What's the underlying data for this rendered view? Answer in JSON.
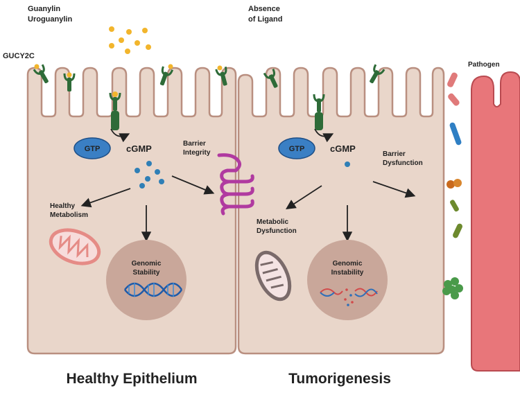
{
  "labels": {
    "guanylin": "Guanylin",
    "uroguanylin": "Uroguanylin",
    "absence_line1": "Absence",
    "absence_line2": "of Ligand",
    "gucy2c": "GUCY2C",
    "pathogen": "Pathogen"
  },
  "healthy": {
    "gtp": "GTP",
    "cgmp": "cGMP",
    "barrier_line1": "Barrier",
    "barrier_line2": "Integrity",
    "metabolism_line1": "Healthy",
    "metabolism_line2": "Metabolism",
    "genomic_line1": "Genomic",
    "genomic_line2": "Stability",
    "caption": "Healthy Epithelium"
  },
  "tumor": {
    "gtp": "GTP",
    "cgmp": "cGMP",
    "barrier_line1": "Barrier",
    "barrier_line2": "Dysfunction",
    "metabolism_line1": "Metabolic",
    "metabolism_line2": "Dysfunction",
    "genomic_line1": "Genomic",
    "genomic_line2": "Instability",
    "caption": "Tumorigenesis"
  },
  "colors": {
    "cell_fill": "#e9d6ca",
    "cell_stroke": "#b98f80",
    "nucleus": "#c9a79a",
    "gtp_blue": "#3a7fc4",
    "cgmp_dot": "#2f7fb6",
    "receptor_green": "#2e6b38",
    "ligand_yellow": "#f2b52c",
    "junction_purple": "#b03aa0",
    "mito_red": "#e58b86",
    "mito_gray": "#7a6a6a",
    "intestine_red": "#e8767a"
  }
}
